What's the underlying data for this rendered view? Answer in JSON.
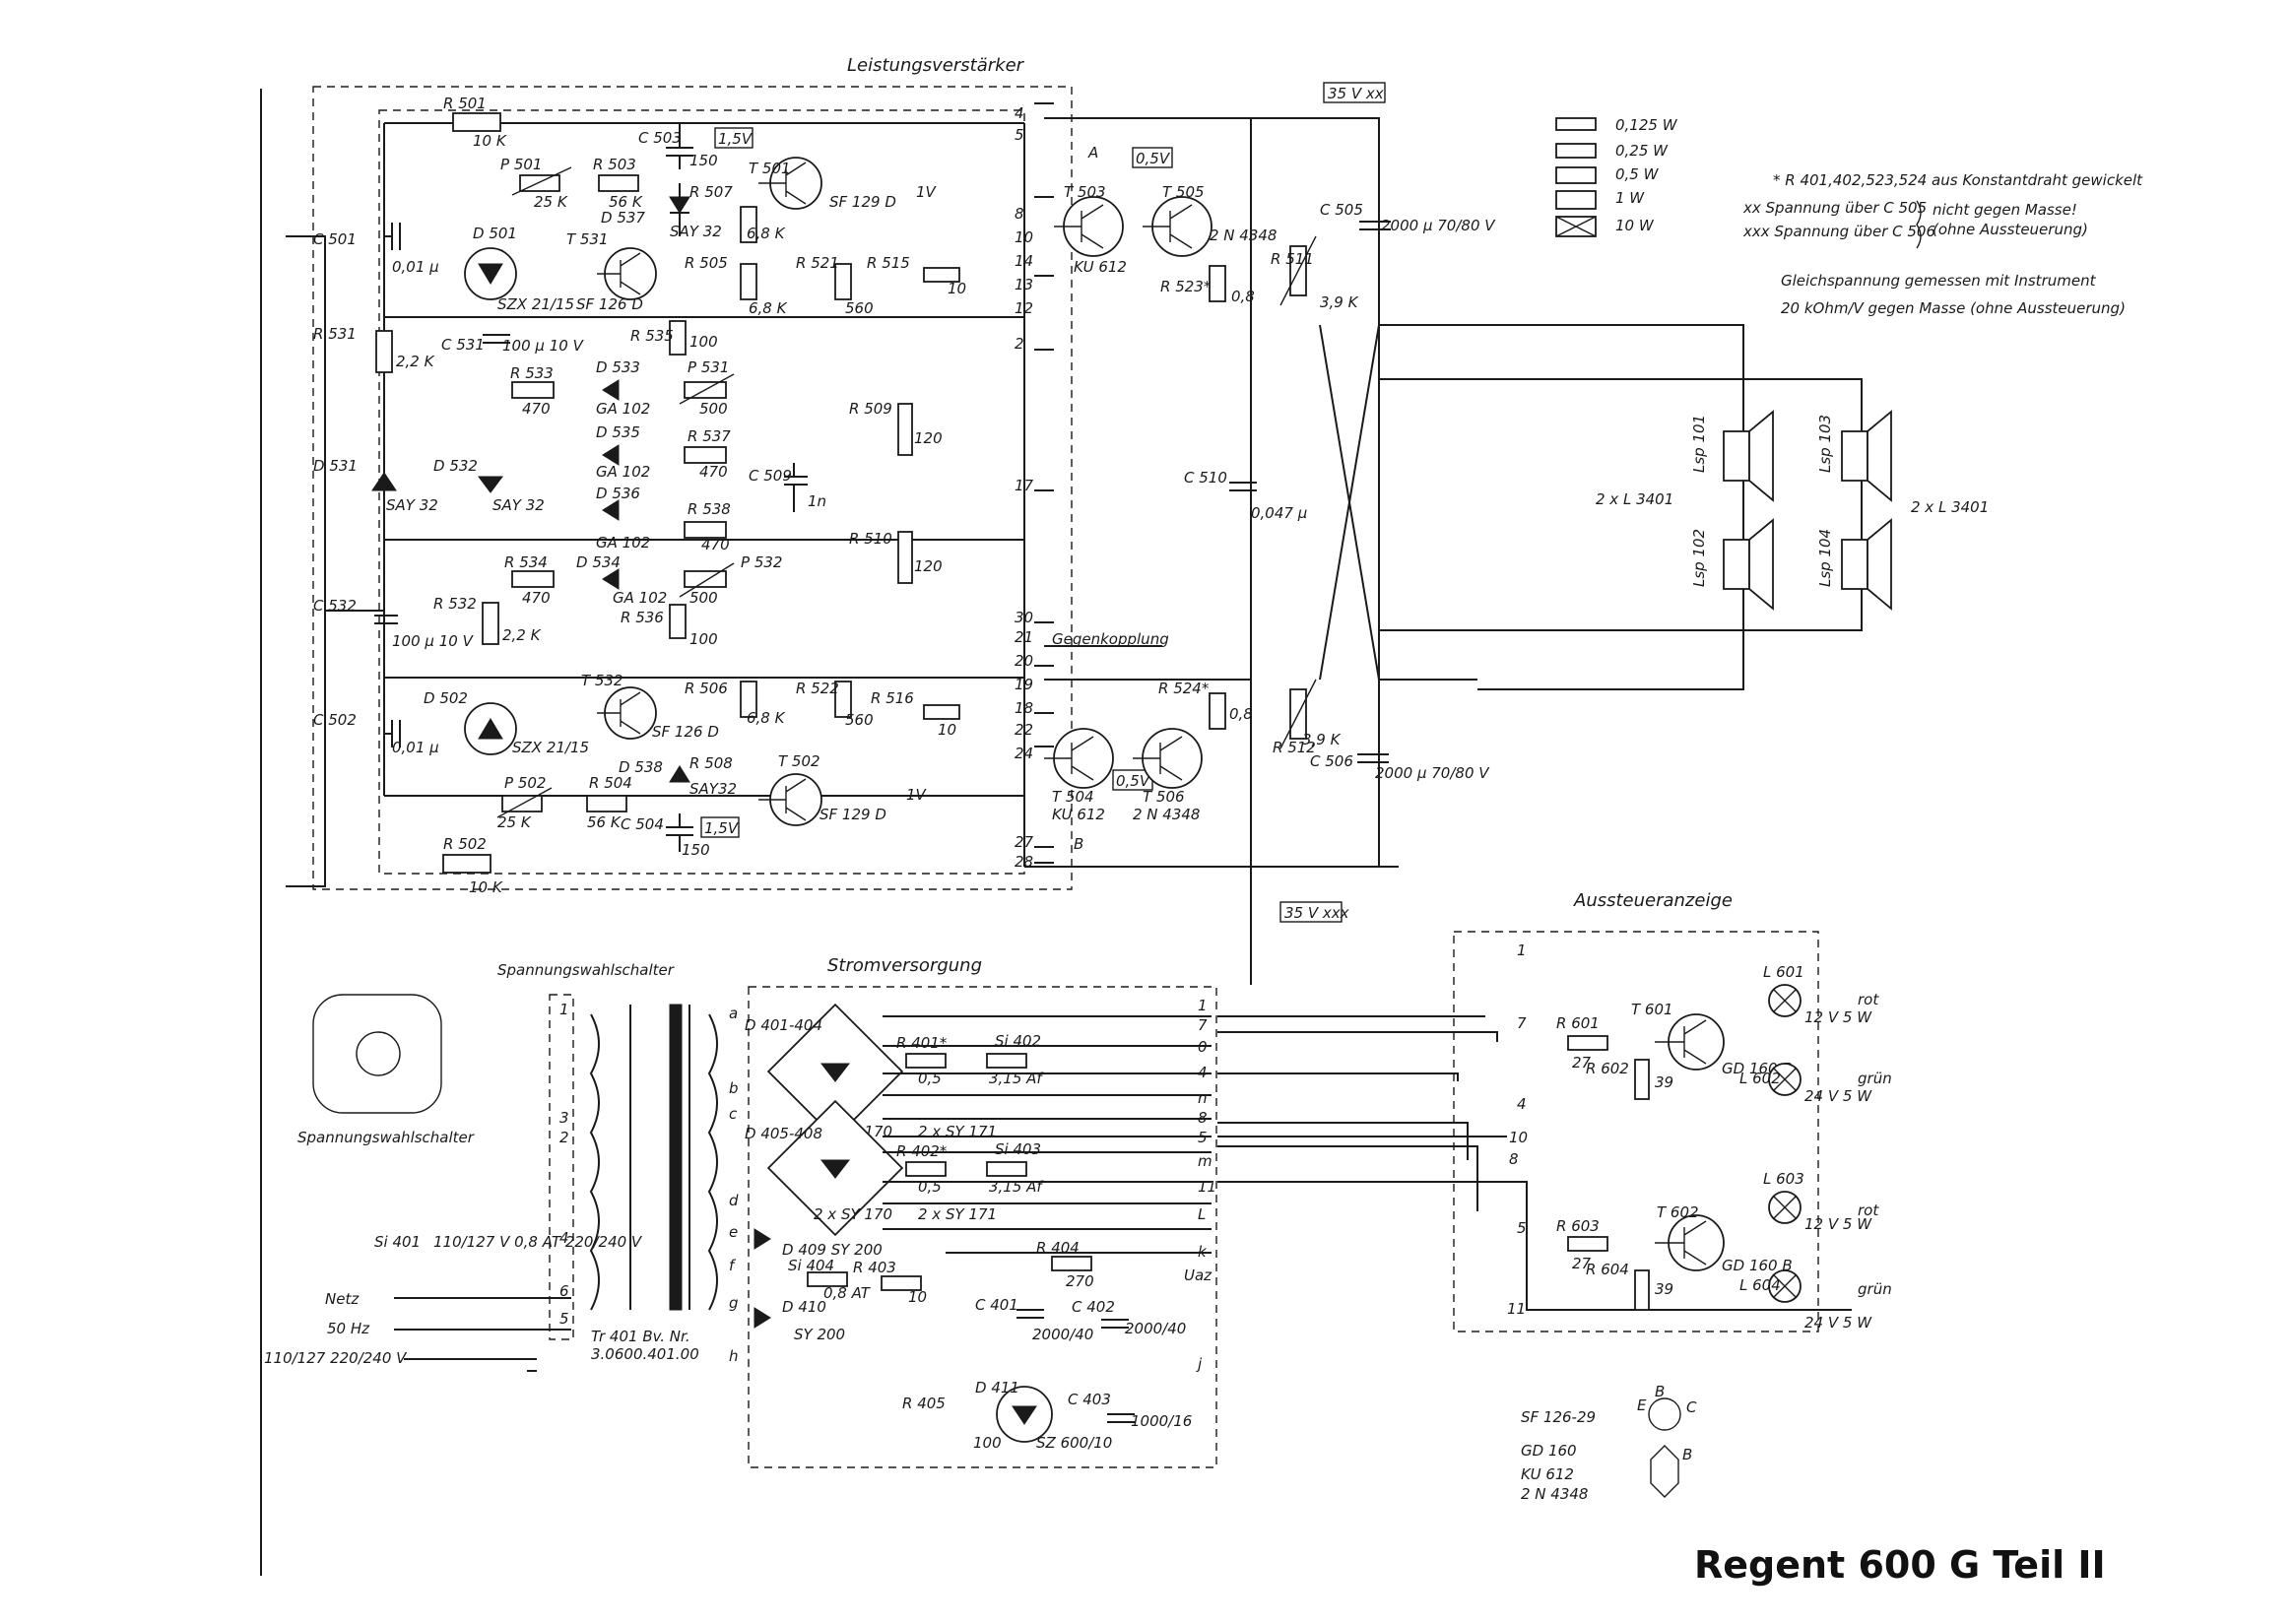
{
  "title": "Regent 600 G   Teil II",
  "sections": {
    "amplifier": "Leistungsverstärker",
    "power_supply": "Stromversorgung",
    "level_indicator": "Aussteueranzeige",
    "voltage_selector": "Spannungswahlschalter",
    "voltage_selector_2": "Spannungswahlschalter",
    "feedback": "Gegenkopplung"
  },
  "notes": {
    "n1": "* R 401,402,523,524 aus Konstantdraht gewickelt",
    "n2": "xx Spannung über C 505",
    "n3": "xxx Spannung über C 506",
    "n4": "nicht gegen Masse!",
    "n5": "(ohne Aussteuerung)",
    "n6": "Gleichspannung gemessen mit Instrument",
    "n7": "20 kOhm/V gegen Masse (ohne Aussteuerung)"
  },
  "legend": [
    {
      "label": "0,125 W"
    },
    {
      "label": "0,25 W"
    },
    {
      "label": "0,5 W"
    },
    {
      "label": "1 W"
    },
    {
      "label": "10 W"
    }
  ],
  "voltages": {
    "v35a": "35 V xx",
    "v35b": "35 V xxx",
    "v15a": "1,5V",
    "v15b": "1,5V",
    "v05a": "0,5V",
    "v05b": "0,5V",
    "v1a": "1V",
    "v1b": "1V"
  },
  "labels": {
    "R501": "R 501",
    "R501v": "10 K",
    "C503": "C 503",
    "C503v": "150",
    "P501": "P 501",
    "P501v": "25 K",
    "R503": "R 503",
    "R503v": "56 K",
    "D537": "D 537",
    "R507": "R 507",
    "SAY32a": "SAY 32",
    "T501": "T 501",
    "SF129a": "SF 129 D",
    "C501": "C 501",
    "C501v": "0,01 µ",
    "D501": "D 501",
    "SZX1": "SZX 21/15",
    "T531": "T 531",
    "SF126a": "SF 126 D",
    "R505": "R 505",
    "R505v": "6,8 K",
    "R508v": "6,8 K",
    "R521": "R 521",
    "R521v": "560",
    "R515": "R 515",
    "R515v": "10",
    "T503": "T 503",
    "KU612a": "KU 612",
    "T505": "T 505",
    "2N4348a": "2 N 4348",
    "R523": "R 523*",
    "R523v": "0,8",
    "R511": "R 511",
    "R511v": "3,9 K",
    "C505": "C 505",
    "C505v": "2000 µ 70/80 V",
    "R531": "R 531",
    "R531v": "2,2 K",
    "C531": "C 531",
    "C531v": "100 µ 10 V",
    "R535": "R 535",
    "R535v": "100",
    "R533": "R 533",
    "R533v": "470",
    "D533": "D 533",
    "GA102a": "GA 102",
    "P531": "P 531",
    "P531v": "500",
    "D535": "D 535",
    "GA102b": "GA 102",
    "R537": "R 537",
    "R537v": "470",
    "R509": "R 509",
    "R509v": "120",
    "D531": "D 531",
    "SAY32b": "SAY 32",
    "D532": "D 532",
    "SAY32c": "SAY 32",
    "C509": "C 509",
    "C509v": "1n",
    "C510": "C 510",
    "C510v": "0,047 µ",
    "D536": "D 536",
    "GA102c": "GA 102",
    "R538": "R 538",
    "R538v": "470",
    "R510": "R 510",
    "R510v": "120",
    "R534": "R 534",
    "R534v": "470",
    "D534": "D 534",
    "GA102d": "GA 102",
    "P532": "P 532",
    "P532v": "500",
    "R532": "R 532",
    "R532v": "2,2 K",
    "R536": "R 536",
    "R536v": "100",
    "C532": "C 532",
    "C532v": "100 µ 10 V",
    "T532": "T 532",
    "SF126b": "SF 126 D",
    "R506": "R 506",
    "R506v": "6,8 K",
    "R522": "R 522",
    "R522v": "560",
    "R516": "R 516",
    "R516v": "10",
    "R524": "R 524*",
    "R524v": "0,8",
    "R512": "R 512",
    "R512v": "3,9 K",
    "C506": "C 506",
    "C506v": "2000 µ 70/80 V",
    "C502": "C 502",
    "C502v": "0,01 µ",
    "D502": "D 502",
    "SZX2": "SZX 21/15",
    "D538": "D 538",
    "R508": "R 508",
    "SAY32d": "SAY32",
    "T502": "T 502",
    "SF129b": "SF 129 D",
    "T504": "T 504",
    "KU612b": "KU 612",
    "T506": "T 506",
    "2N4348b": "2 N 4348",
    "P502": "P 502",
    "P502v": "25 K",
    "R504": "R 504",
    "R504v": "56 K",
    "C504": "C 504",
    "C504v": "150",
    "R502": "R 502",
    "R502v": "10 K",
    "ptA": "A",
    "ptB": "B",
    "lsp101": "Lsp 101",
    "lsp102": "Lsp 102",
    "lsp103": "Lsp 103",
    "lsp104": "Lsp 104",
    "L3401a": "2 x L 3401",
    "L3401b": "2 x L 3401",
    "D401": "D 401-404",
    "D405": "D 405-408",
    "R401": "R 401*",
    "R401v": "0,5",
    "Si402": "Si 402",
    "Si402v": "3,15 Af",
    "SY170a": "2 x SY 170",
    "SY171a": "2 x SY 171",
    "R402": "R 402*",
    "R402v": "0,5",
    "Si403": "Si 403",
    "Si403v": "3,15 Af",
    "SY170b": "2 x SY 170",
    "SY171b": "2 x SY 171",
    "D409": "D 409  SY 200",
    "Si404": "Si 404",
    "Si404v": "0,8 AT",
    "R403": "R 403",
    "R403v": "10",
    "R404": "R 404",
    "R404v": "270",
    "Uaz": "Uaz",
    "D410": "D 410",
    "SY200": "SY 200",
    "C401": "C 401",
    "C401v": "2000/40",
    "C402": "C 402",
    "C402v": "2000/40",
    "Si401": "Si 401",
    "Si401v": "110/127 V  0,8 AT  220/240 V",
    "Netz": "Netz",
    "Hz": "50 Hz",
    "mains": "110/127  220/240 V",
    "Tr": "Tr 401  Bv. Nr.",
    "TrNr": "3.0600.401.00",
    "R405": "R 405",
    "D411": "D 411",
    "Z100": "100",
    "SZ600": "SZ 600/10",
    "C403": "C 403",
    "C403v": "1000/16",
    "R601": "R 601",
    "R601v": "27",
    "R602": "R 602",
    "R602v": "39",
    "T601": "T 601",
    "GD160a": "GD 160 B",
    "L601": "L 601",
    "L601v": "12 V 5 W",
    "rot1": "rot",
    "L602": "L 602",
    "L602v": "24 V 5 W",
    "grun1": "grün",
    "R603": "R 603",
    "R603v": "27",
    "R604": "R 604",
    "R604v": "39",
    "T602": "T 602",
    "GD160b": "GD 160 B",
    "L603": "L 603",
    "L603v": "12 V 5 W",
    "rot2": "rot",
    "L604": "L 604",
    "L604v": "24 V 5 W",
    "grun2": "grün",
    "sf126": "SF 126-29",
    "gd160": "GD 160",
    "ku612": "KU 612",
    "n4348": "2 N 4348",
    "pinB": "B",
    "pinE": "E",
    "pinC": "C"
  },
  "terminals": {
    "amp": [
      "4",
      "5",
      "8",
      "10",
      "14",
      "13",
      "12",
      "2",
      "17",
      "30",
      "21",
      "20",
      "19",
      "18",
      "22",
      "24",
      "27",
      "28"
    ],
    "psu": [
      "a",
      "b",
      "c",
      "d",
      "e",
      "f",
      "g",
      "h"
    ],
    "psu_right": [
      "1",
      "7",
      "0",
      "4",
      "n",
      "8",
      "5",
      "m",
      "11",
      "L",
      "k",
      "j"
    ],
    "selector": [
      "1",
      "3",
      "2",
      "4",
      "6",
      "5"
    ],
    "meter": [
      "1",
      "7",
      "4",
      "10",
      "8",
      "5",
      "11"
    ]
  }
}
